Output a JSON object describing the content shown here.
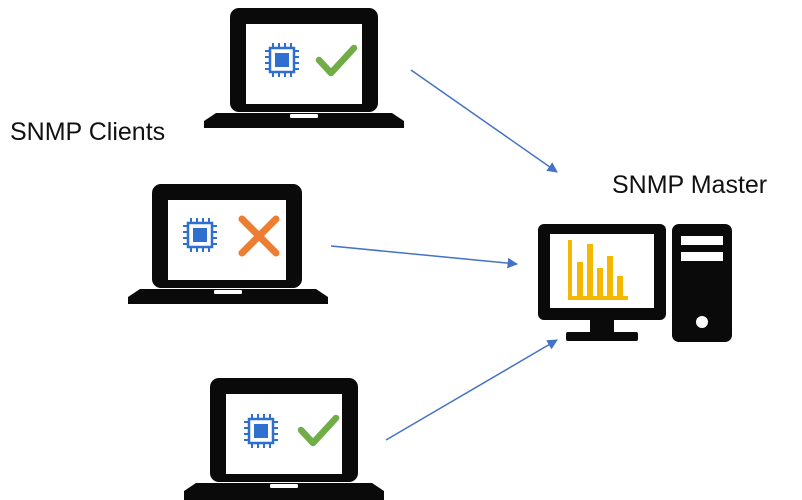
{
  "labels": {
    "clients": "SNMP Clients",
    "master": "SNMP Master"
  },
  "clients": [
    {
      "status_icon": "checkmark-icon",
      "status": "ok"
    },
    {
      "status_icon": "x-mark-icon",
      "status": "failed"
    },
    {
      "status_icon": "checkmark-icon",
      "status": "ok"
    }
  ],
  "master": {
    "screen_icon": "bar-chart-icon",
    "tower_icon": "computer-tower-icon"
  },
  "colors": {
    "device_body": "#0a0a0a",
    "chip_blue": "#2e6fd0",
    "check_green": "#70ad47",
    "cross_orange": "#ed7d31",
    "chart_gold": "#f5b800",
    "arrow_blue": "#4472c4"
  }
}
